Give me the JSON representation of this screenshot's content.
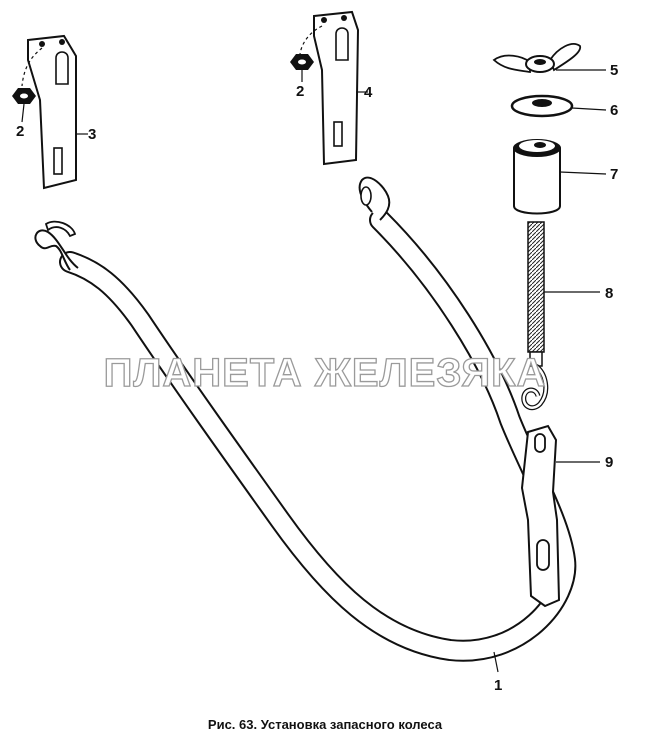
{
  "figure": {
    "caption": "Рис. 63. Установка запасного колеса",
    "watermark": "ПЛАНЕТА ЖЕЛЕЗЯКА"
  },
  "callouts": [
    {
      "label": "1",
      "part": "spare-wheel-strap"
    },
    {
      "label": "2",
      "part": "nut-left"
    },
    {
      "label": "2",
      "part": "nut-right"
    },
    {
      "label": "3",
      "part": "bracket-left"
    },
    {
      "label": "4",
      "part": "bracket-right"
    },
    {
      "label": "5",
      "part": "wing-nut"
    },
    {
      "label": "6",
      "part": "washer"
    },
    {
      "label": "7",
      "part": "sleeve"
    },
    {
      "label": "8",
      "part": "hook-bolt"
    },
    {
      "label": "9",
      "part": "clamp-plate"
    }
  ]
}
